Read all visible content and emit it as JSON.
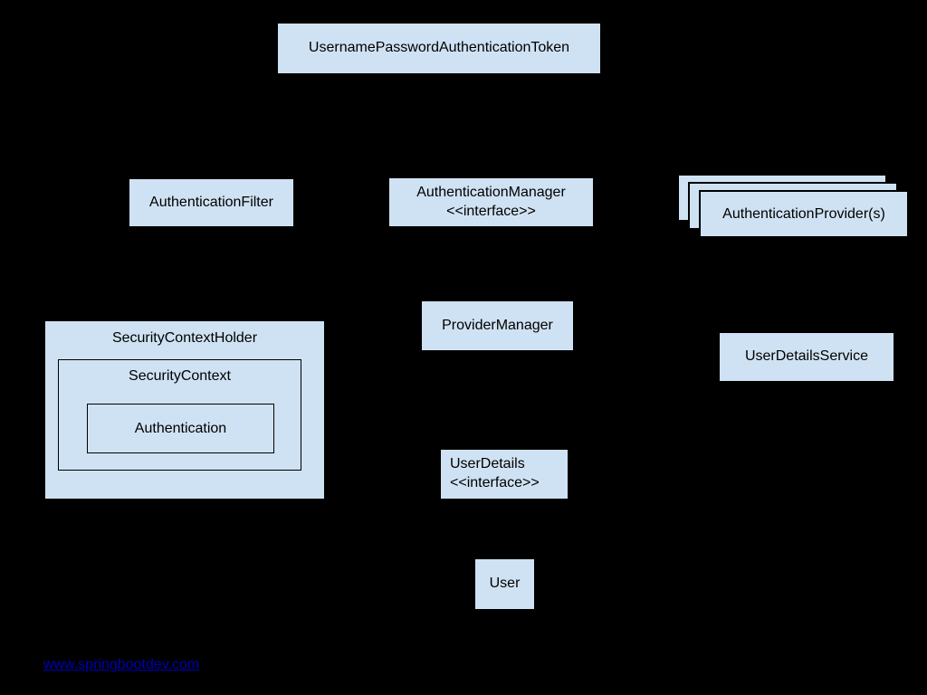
{
  "colors": {
    "background": "#000000",
    "box_fill": "#cfe2f3",
    "box_border": "#000000",
    "text": "#000000",
    "link": "#0000b4"
  },
  "nodes": {
    "token": {
      "label": "UsernamePasswordAuthenticationToken"
    },
    "authentication_filter": {
      "label": "AuthenticationFilter"
    },
    "authentication_manager": {
      "label": "AuthenticationManager",
      "stereotype": "<<interface>>"
    },
    "authentication_providers": {
      "label": "AuthenticationProvider(s)"
    },
    "provider_manager": {
      "label": "ProviderManager"
    },
    "user_details_service": {
      "label": "UserDetailsService"
    },
    "security_context_holder": {
      "label": "SecurityContextHolder"
    },
    "security_context": {
      "label": "SecurityContext"
    },
    "authentication": {
      "label": "Authentication"
    },
    "user_details": {
      "label": "UserDetails",
      "stereotype": "<<interface>>"
    },
    "user": {
      "label": "User"
    }
  },
  "footer": {
    "link_text": "www.springbootdev.com"
  }
}
